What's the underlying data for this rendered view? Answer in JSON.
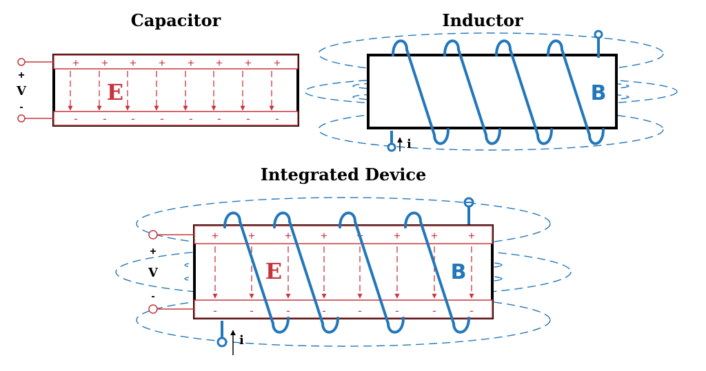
{
  "titles": {
    "capacitor": "Capacitor",
    "inductor": "Inductor",
    "integrated": "Integrated Device"
  },
  "labels": {
    "voltage": "V",
    "plus": "+",
    "minus": "-",
    "electric_field": "E",
    "magnetic_field": "B",
    "current": "i"
  },
  "colors": {
    "electric": "#c8333b",
    "magnetic": "#2277bb",
    "body": "#000000"
  },
  "icons": {
    "terminal": "terminal-ring-icon",
    "arrow": "arrow-icon"
  }
}
